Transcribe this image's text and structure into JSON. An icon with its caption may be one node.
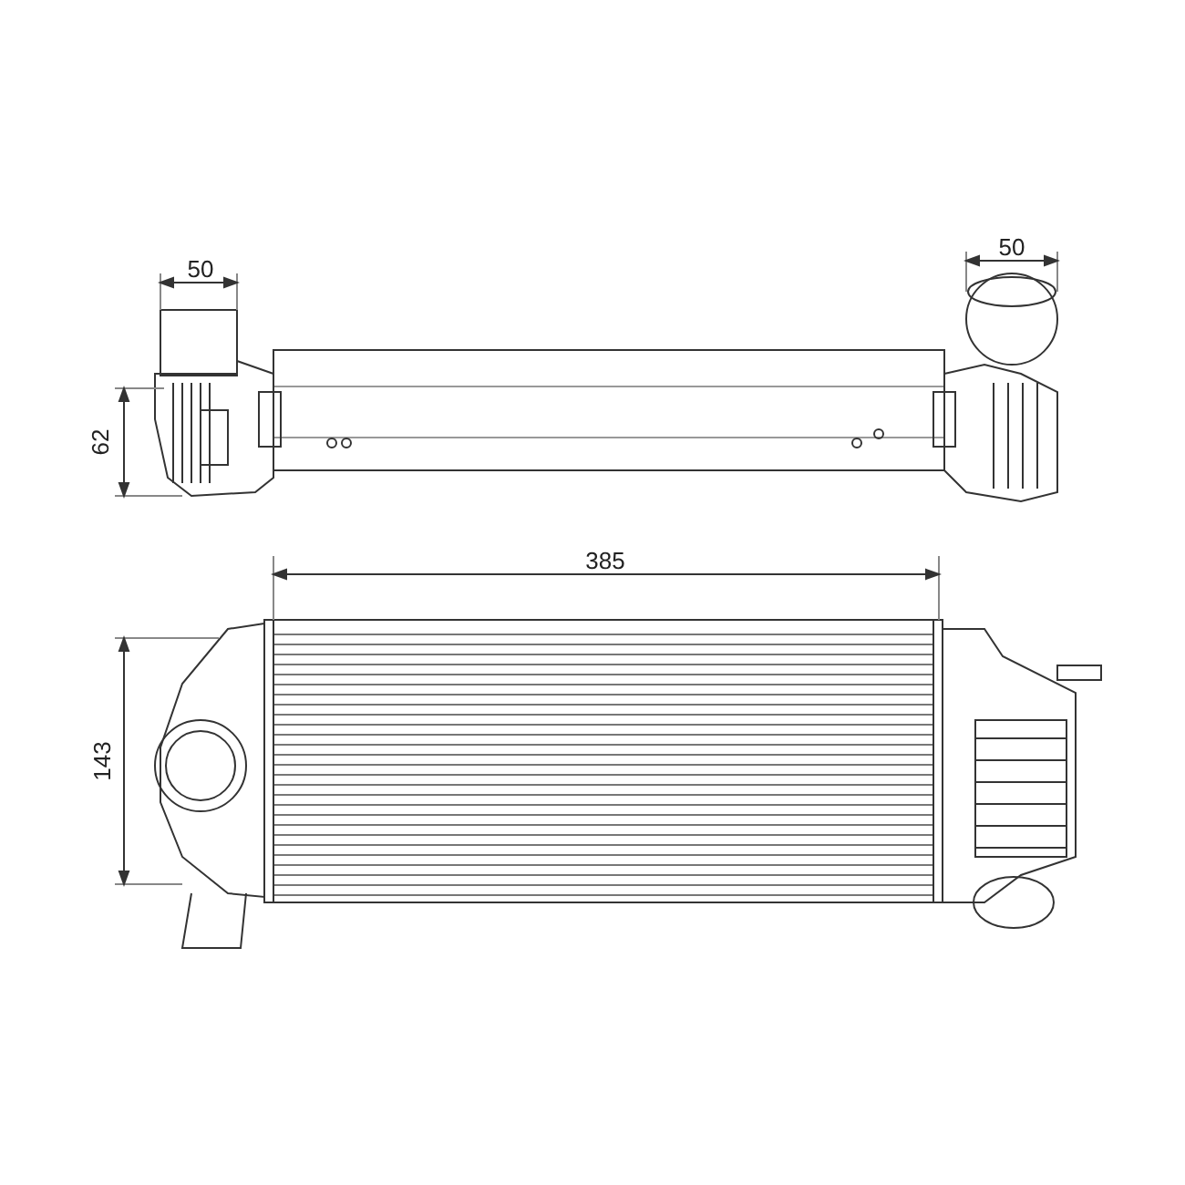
{
  "diagram": {
    "labels": [
      "50",
      "50",
      "62",
      "385",
      "143"
    ]
  }
}
